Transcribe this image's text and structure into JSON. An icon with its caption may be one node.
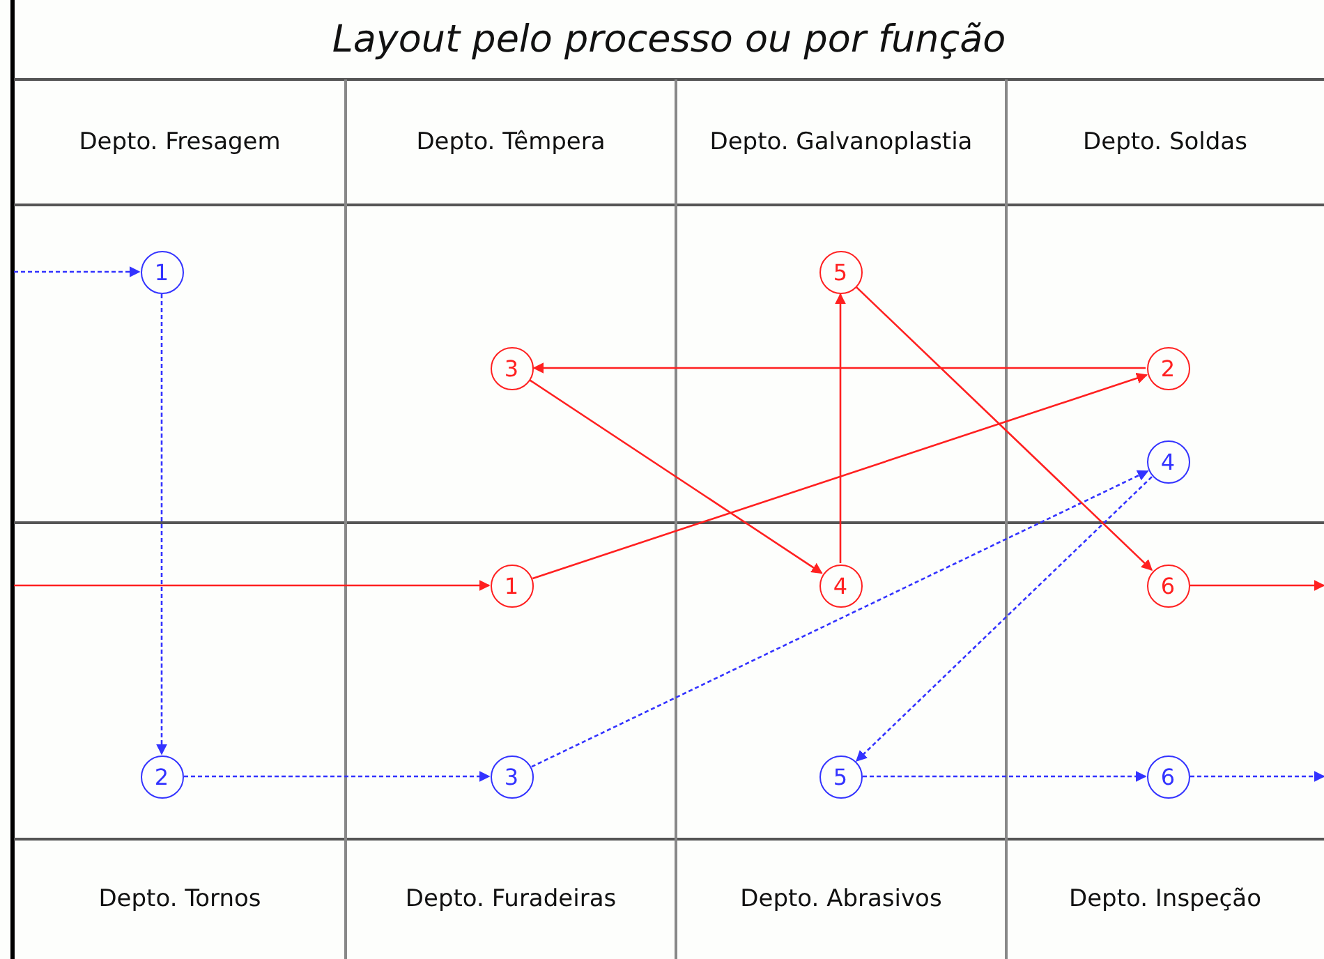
{
  "diagram": {
    "title": "Layout pelo processo ou por função",
    "nodes": [
      {
        "text": [
          "Depto. Fresagem"
        ]
      },
      {
        "text": [
          "Depto. Têmpera"
        ]
      },
      {
        "text": [
          "Depto. Galvanoplastia"
        ]
      },
      {
        "text": [
          "Depto. Soldas"
        ]
      },
      {
        "text": [
          "1"
        ]
      },
      {
        "text": [
          "5"
        ]
      },
      {
        "text": [
          "3"
        ]
      },
      {
        "text": [
          "2"
        ]
      },
      {
        "text": [
          "4"
        ]
      },
      {
        "text": [
          "1"
        ]
      },
      {
        "text": [
          "4"
        ]
      },
      {
        "text": [
          "6"
        ]
      },
      {
        "text": [
          "2"
        ]
      },
      {
        "text": [
          "3"
        ]
      },
      {
        "text": [
          "5"
        ]
      },
      {
        "text": [
          "6"
        ]
      },
      {
        "text": [
          "Depto. Tornos"
        ]
      },
      {
        "text": [
          "Depto. Furadeiras"
        ]
      },
      {
        "text": [
          "Depto. Abrasivos"
        ]
      },
      {
        "text": [
          "Depto. Inspeção"
        ]
      }
    ],
    "edges": [
      {
        "from": null,
        "to": 4,
        "arrow": "to",
        "style": "dashed",
        "color": "#3333ff"
      },
      {
        "from": 4,
        "to": 12,
        "arrow": "to",
        "style": "dashed",
        "color": "#3333ff"
      },
      {
        "from": 12,
        "to": 13,
        "arrow": "to",
        "style": "dashed",
        "color": "#3333ff"
      },
      {
        "from": 13,
        "to": 8,
        "arrow": "to",
        "style": "dashed",
        "color": "#3333ff"
      },
      {
        "from": 8,
        "to": 14,
        "arrow": "to",
        "style": "dashed",
        "color": "#3333ff"
      },
      {
        "from": 14,
        "to": 15,
        "arrow": "to",
        "style": "dashed",
        "color": "#3333ff"
      },
      {
        "from": 15,
        "to": null,
        "arrow": "to",
        "style": "dashed",
        "color": "#3333ff"
      },
      {
        "from": null,
        "to": 9,
        "arrow": "to",
        "color": "#ff2020"
      },
      {
        "from": 9,
        "to": 7,
        "arrow": "to",
        "color": "#ff2020"
      },
      {
        "from": 7,
        "to": 6,
        "arrow": "to",
        "color": "#ff2020"
      },
      {
        "from": 6,
        "to": 10,
        "arrow": "to",
        "color": "#ff2020"
      },
      {
        "from": 10,
        "to": 5,
        "arrow": "to",
        "color": "#ff2020"
      },
      {
        "from": 5,
        "to": 11,
        "arrow": "to",
        "color": "#ff2020"
      },
      {
        "from": 11,
        "to": null,
        "arrow": "to",
        "color": "#ff2020"
      }
    ]
  }
}
